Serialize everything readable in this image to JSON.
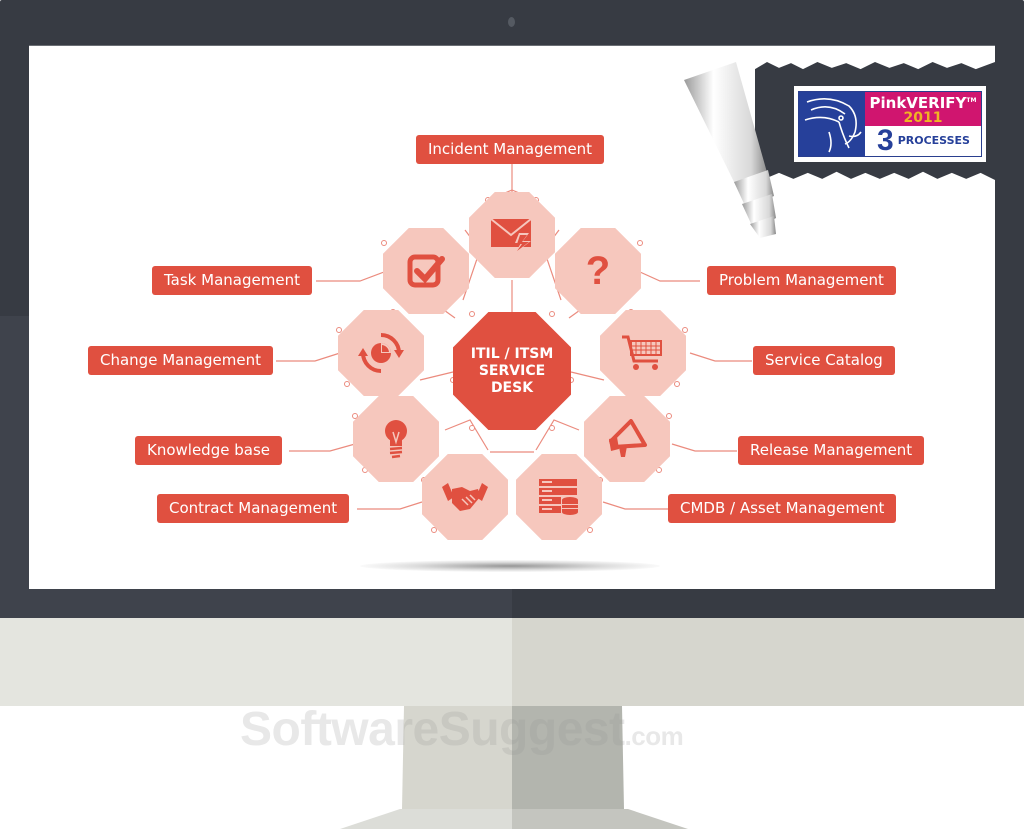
{
  "monitor": {
    "bezel_color": "#373b43",
    "chin_color_left": "#e4e5df",
    "chin_color_right": "#d6d6ce"
  },
  "watermark": {
    "text": "SoftwareSuggest",
    "suffix": ".com"
  },
  "badge": {
    "brand": "PinkVERIFY",
    "trademark": "TM",
    "year": "2011",
    "count": "3",
    "processes_label": "PROCESSES",
    "colors": {
      "pink": "#d0156f",
      "blue": "#26409a",
      "gold": "#f0b323"
    }
  },
  "diagram": {
    "accent_color": "#e05040",
    "node_fill": "#f6c7bd",
    "center": {
      "line1": "ITIL / ITSM",
      "line2": "SERVICE",
      "line3": "DESK"
    },
    "nodes": [
      {
        "label": "Incident Management",
        "icon": "envelope-lightning-icon"
      },
      {
        "label": "Task Management",
        "icon": "checkbox-check-icon"
      },
      {
        "label": "Problem Management",
        "icon": "question-mark-icon"
      },
      {
        "label": "Change Management",
        "icon": "cycle-pie-chart-icon"
      },
      {
        "label": "Service Catalog",
        "icon": "shopping-cart-icon"
      },
      {
        "label": "Knowledge base",
        "icon": "light-bulb-icon"
      },
      {
        "label": "Release Management",
        "icon": "megaphone-icon"
      },
      {
        "label": "Contract Management",
        "icon": "handshake-icon"
      },
      {
        "label": "CMDB / Asset Management",
        "icon": "server-database-icon"
      }
    ]
  }
}
